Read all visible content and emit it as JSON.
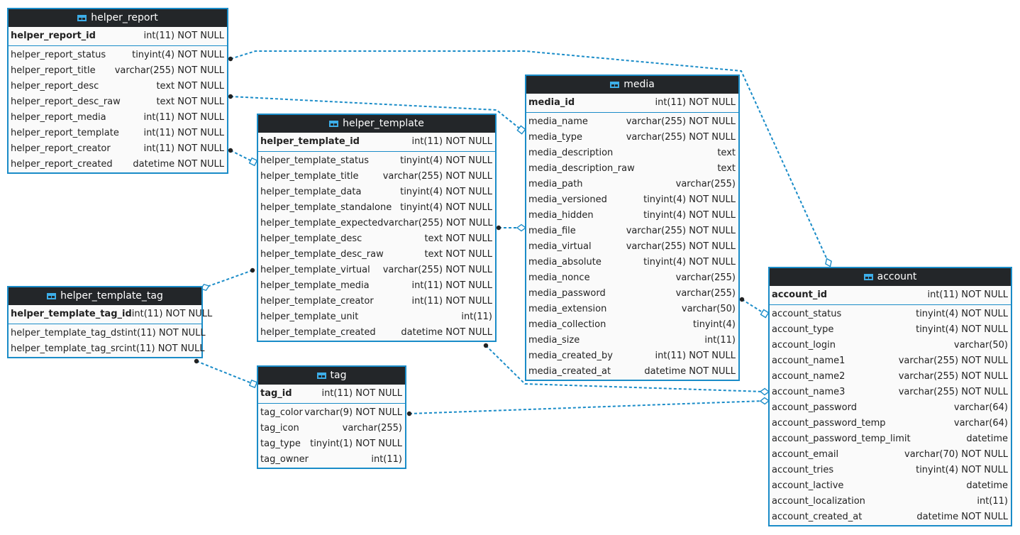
{
  "entities": [
    {
      "key": "helper_report",
      "title": "helper_report",
      "pk": {
        "name": "helper_report_id",
        "type": "int(11) NOT NULL"
      },
      "columns": [
        {
          "name": "helper_report_status",
          "type": "tinyint(4) NOT NULL"
        },
        {
          "name": "helper_report_title",
          "type": "varchar(255) NOT NULL"
        },
        {
          "name": "helper_report_desc",
          "type": "text NOT NULL"
        },
        {
          "name": "helper_report_desc_raw",
          "type": "text NOT NULL"
        },
        {
          "name": "helper_report_media",
          "type": "int(11) NOT NULL"
        },
        {
          "name": "helper_report_template",
          "type": "int(11) NOT NULL"
        },
        {
          "name": "helper_report_creator",
          "type": "int(11) NOT NULL"
        },
        {
          "name": "helper_report_created",
          "type": "datetime NOT NULL"
        }
      ]
    },
    {
      "key": "helper_template",
      "title": "helper_template",
      "pk": {
        "name": "helper_template_id",
        "type": "int(11) NOT NULL"
      },
      "columns": [
        {
          "name": "helper_template_status",
          "type": "tinyint(4) NOT NULL"
        },
        {
          "name": "helper_template_title",
          "type": "varchar(255) NOT NULL"
        },
        {
          "name": "helper_template_data",
          "type": "tinyint(4) NOT NULL"
        },
        {
          "name": "helper_template_standalone",
          "type": "tinyint(4) NOT NULL"
        },
        {
          "name": "helper_template_expected",
          "type": "varchar(255) NOT NULL"
        },
        {
          "name": "helper_template_desc",
          "type": "text NOT NULL"
        },
        {
          "name": "helper_template_desc_raw",
          "type": "text NOT NULL"
        },
        {
          "name": "helper_template_virtual",
          "type": "varchar(255) NOT NULL"
        },
        {
          "name": "helper_template_media",
          "type": "int(11) NOT NULL"
        },
        {
          "name": "helper_template_creator",
          "type": "int(11) NOT NULL"
        },
        {
          "name": "helper_template_unit",
          "type": "int(11)"
        },
        {
          "name": "helper_template_created",
          "type": "datetime NOT NULL"
        }
      ]
    },
    {
      "key": "media",
      "title": "media",
      "pk": {
        "name": "media_id",
        "type": "int(11) NOT NULL"
      },
      "columns": [
        {
          "name": "media_name",
          "type": "varchar(255) NOT NULL"
        },
        {
          "name": "media_type",
          "type": "varchar(255) NOT NULL"
        },
        {
          "name": "media_description",
          "type": "text"
        },
        {
          "name": "media_description_raw",
          "type": "text"
        },
        {
          "name": "media_path",
          "type": "varchar(255)"
        },
        {
          "name": "media_versioned",
          "type": "tinyint(4) NOT NULL"
        },
        {
          "name": "media_hidden",
          "type": "tinyint(4) NOT NULL"
        },
        {
          "name": "media_file",
          "type": "varchar(255) NOT NULL"
        },
        {
          "name": "media_virtual",
          "type": "varchar(255) NOT NULL"
        },
        {
          "name": "media_absolute",
          "type": "tinyint(4) NOT NULL"
        },
        {
          "name": "media_nonce",
          "type": "varchar(255)"
        },
        {
          "name": "media_password",
          "type": "varchar(255)"
        },
        {
          "name": "media_extension",
          "type": "varchar(50)"
        },
        {
          "name": "media_collection",
          "type": "tinyint(4)"
        },
        {
          "name": "media_size",
          "type": "int(11)"
        },
        {
          "name": "media_created_by",
          "type": "int(11) NOT NULL"
        },
        {
          "name": "media_created_at",
          "type": "datetime NOT NULL"
        }
      ]
    },
    {
      "key": "helper_template_tag",
      "title": "helper_template_tag",
      "pk": {
        "name": "helper_template_tag_id",
        "type": "int(11) NOT NULL"
      },
      "columns": [
        {
          "name": "helper_template_tag_dst",
          "type": "int(11) NOT NULL"
        },
        {
          "name": "helper_template_tag_src",
          "type": "int(11) NOT NULL"
        }
      ]
    },
    {
      "key": "tag",
      "title": "tag",
      "pk": {
        "name": "tag_id",
        "type": "int(11) NOT NULL"
      },
      "columns": [
        {
          "name": "tag_color",
          "type": "varchar(9) NOT NULL"
        },
        {
          "name": "tag_icon",
          "type": "varchar(255)"
        },
        {
          "name": "tag_type",
          "type": "tinyint(1) NOT NULL"
        },
        {
          "name": "tag_owner",
          "type": "int(11)"
        }
      ]
    },
    {
      "key": "account",
      "title": "account",
      "pk": {
        "name": "account_id",
        "type": "int(11) NOT NULL"
      },
      "columns": [
        {
          "name": "account_status",
          "type": "tinyint(4) NOT NULL"
        },
        {
          "name": "account_type",
          "type": "tinyint(4) NOT NULL"
        },
        {
          "name": "account_login",
          "type": "varchar(50)"
        },
        {
          "name": "account_name1",
          "type": "varchar(255) NOT NULL"
        },
        {
          "name": "account_name2",
          "type": "varchar(255) NOT NULL"
        },
        {
          "name": "account_name3",
          "type": "varchar(255) NOT NULL"
        },
        {
          "name": "account_password",
          "type": "varchar(64)"
        },
        {
          "name": "account_password_temp",
          "type": "varchar(64)"
        },
        {
          "name": "account_password_temp_limit",
          "type": "datetime"
        },
        {
          "name": "account_email",
          "type": "varchar(70) NOT NULL"
        },
        {
          "name": "account_tries",
          "type": "tinyint(4) NOT NULL"
        },
        {
          "name": "account_lactive",
          "type": "datetime"
        },
        {
          "name": "account_localization",
          "type": "int(11)"
        },
        {
          "name": "account_created_at",
          "type": "datetime NOT NULL"
        }
      ]
    }
  ],
  "relationships": [
    {
      "from": "helper_report.helper_report_status",
      "to": "account"
    },
    {
      "from": "helper_report.helper_report_desc_raw",
      "to": "media"
    },
    {
      "from": "helper_report.helper_report_creator",
      "to": "helper_template"
    },
    {
      "from": "helper_template.helper_template_virtual",
      "to": "helper_template_tag"
    },
    {
      "from": "helper_template.helper_template_expected",
      "to": "media"
    },
    {
      "from": "helper_template.helper_template_created",
      "to": "account"
    },
    {
      "from": "helper_template_tag.helper_template_tag_src",
      "to": "tag"
    },
    {
      "from": "tag.tag_color",
      "to": "account"
    },
    {
      "from": "media.media_password",
      "to": "account"
    }
  ],
  "colors": {
    "accent": "#1a8cc8",
    "header_bg": "#232629",
    "header_text": "#ffffff"
  }
}
